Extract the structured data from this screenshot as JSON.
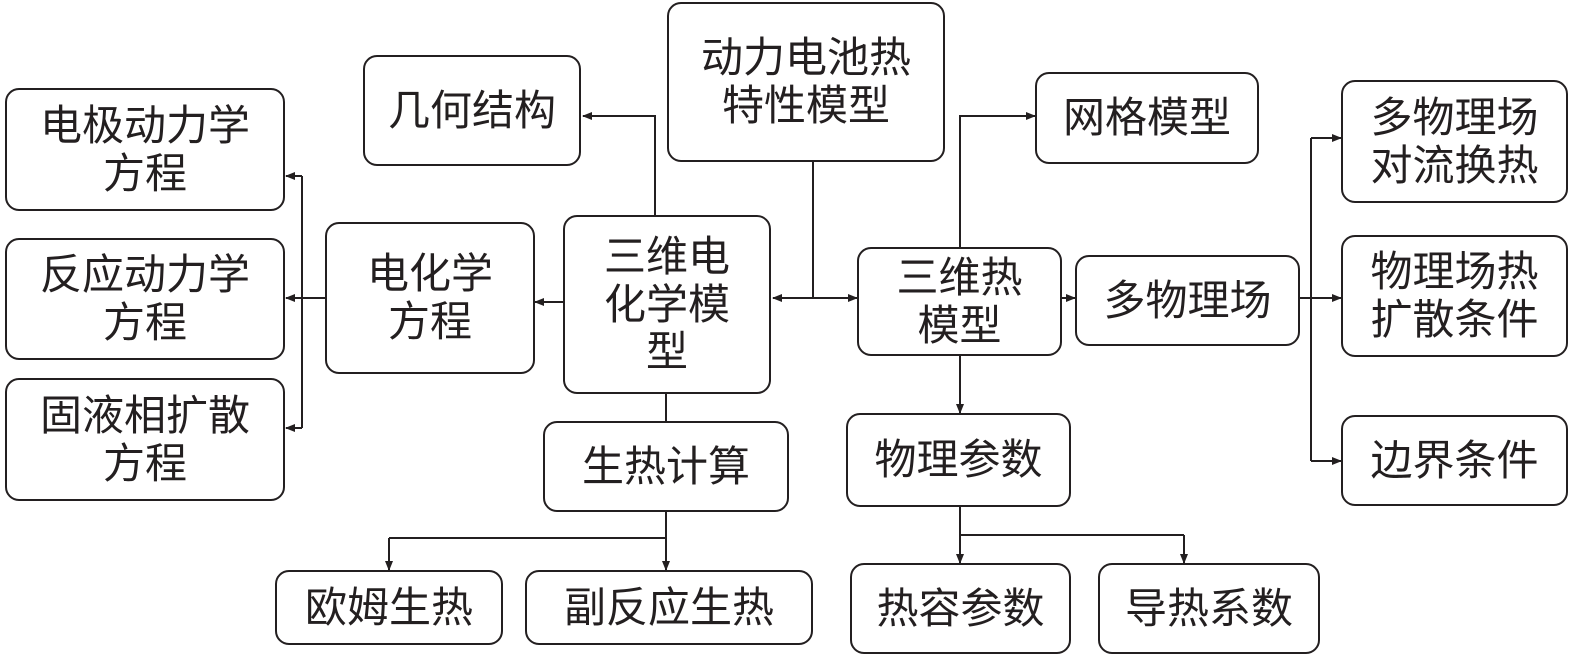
{
  "colors": {
    "stroke": "#231f20",
    "background": "#ffffff"
  },
  "nodes": {
    "title": "动力电池热\n特性模型",
    "geometry": "几何结构",
    "echem_3d": "三维电\n化学模\n型",
    "echem_eq": "电化学\n方程",
    "electrode": "电极动力学\n方程",
    "reaction": "反应动力学\n方程",
    "diffusion": "固液相扩散\n方程",
    "heat_gen": "生热计算",
    "ohm": "欧姆生热",
    "side": "副反应生热",
    "thermal_3d": "三维热\n模型",
    "mesh": "网格模型",
    "multiphysics": "多物理场",
    "mp_conv": "多物理场\n对流换热",
    "mp_diff": "物理场热\n扩散条件",
    "boundary": "边界条件",
    "phys_params": "物理参数",
    "heat_cap": "热容参数",
    "conductivity": "导热系数"
  }
}
